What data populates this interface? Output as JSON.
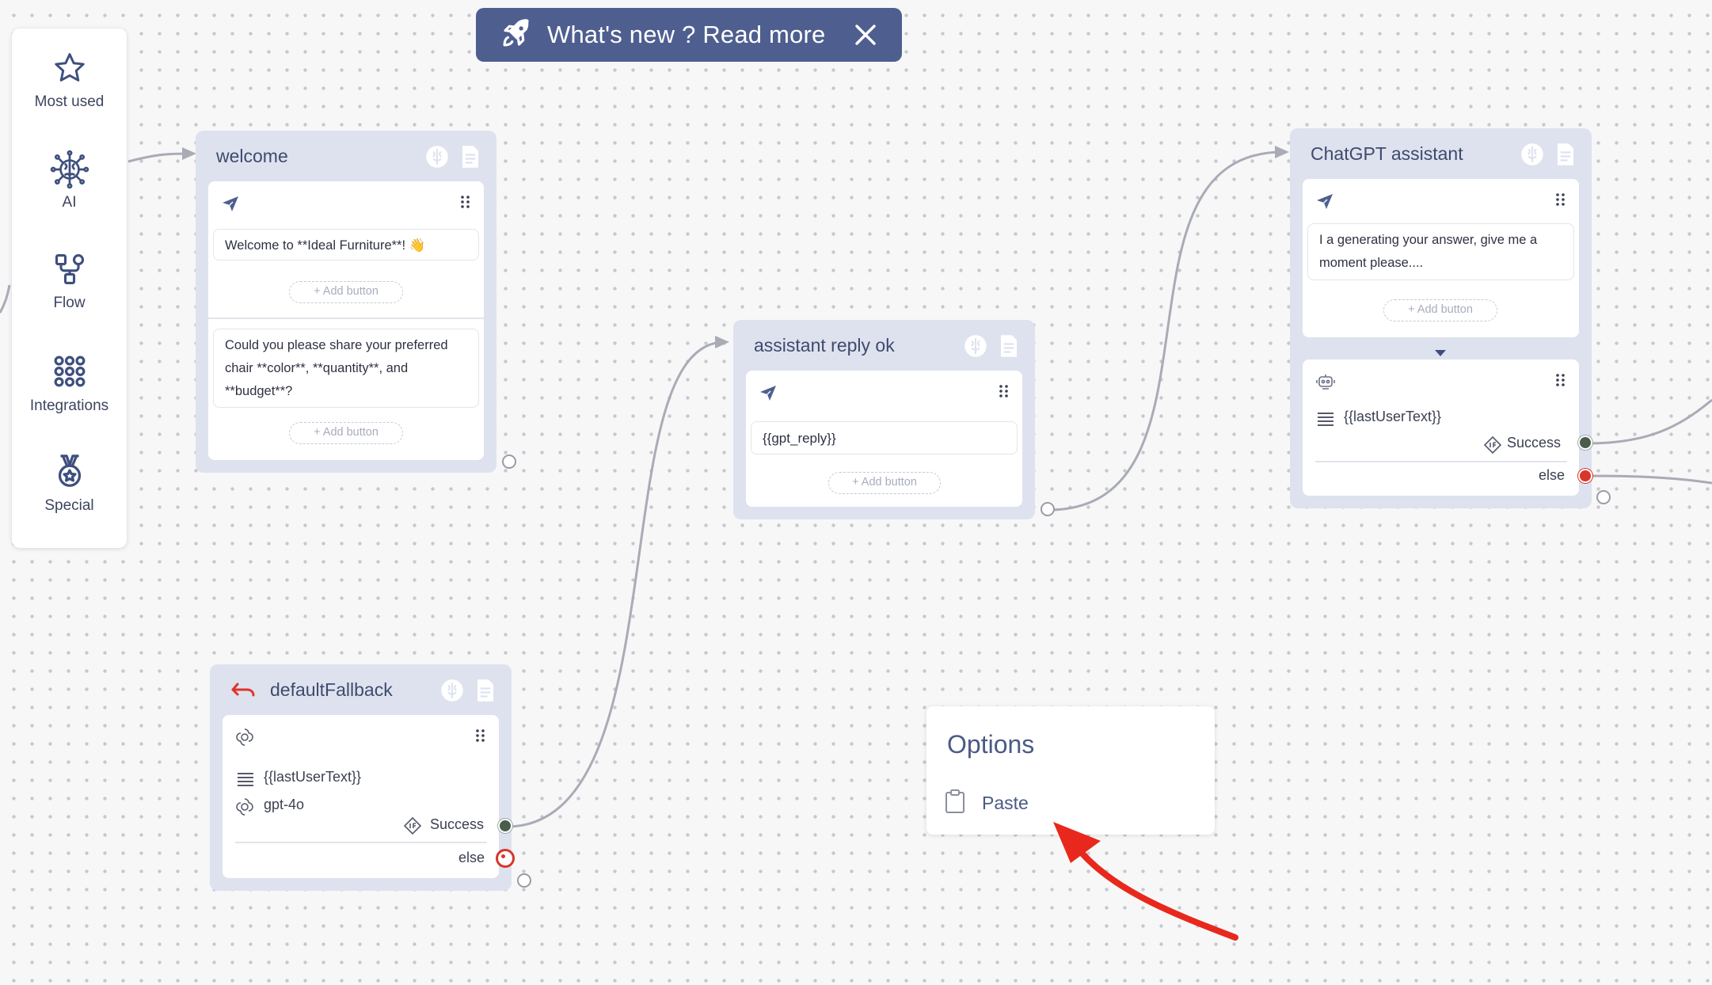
{
  "banner": {
    "text": "What's new ? Read more"
  },
  "toolbar": {
    "items": [
      {
        "label": "Most used",
        "icon": "star-icon"
      },
      {
        "label": "AI",
        "icon": "brain-icon"
      },
      {
        "label": "Flow",
        "icon": "flow-icon"
      },
      {
        "label": "Integrations",
        "icon": "grid-icon"
      },
      {
        "label": "Special",
        "icon": "medal-icon"
      }
    ]
  },
  "nodes": {
    "welcome": {
      "title": "welcome",
      "message1": "Welcome to **Ideal Furniture**! 👋",
      "message2": "Could you please share your preferred chair **color**, **quantity**, and **budget**?",
      "add_button": "+ Add button"
    },
    "assistant_reply": {
      "title": "assistant reply ok",
      "message": "{{gpt_reply}}",
      "add_button": "+ Add button"
    },
    "chatgpt": {
      "title": "ChatGPT assistant",
      "message": "I a generating your answer, give me a moment please....",
      "add_button": "+ Add button",
      "input_var": "{{lastUserText}}",
      "success": "Success",
      "else": "else"
    },
    "fallback": {
      "title": "defaultFallback",
      "input_var": "{{lastUserText}}",
      "model": "gpt-4o",
      "success": "Success",
      "else": "else"
    }
  },
  "options_menu": {
    "title": "Options",
    "items": [
      {
        "label": "Paste",
        "icon": "clipboard-icon"
      }
    ]
  },
  "colors": {
    "accent": "#4e5f8f",
    "node_bg": "#dee2ef",
    "annotation_arrow": "#e8281c",
    "success_port": "#4a5d4d",
    "else_port": "#d8352b"
  }
}
